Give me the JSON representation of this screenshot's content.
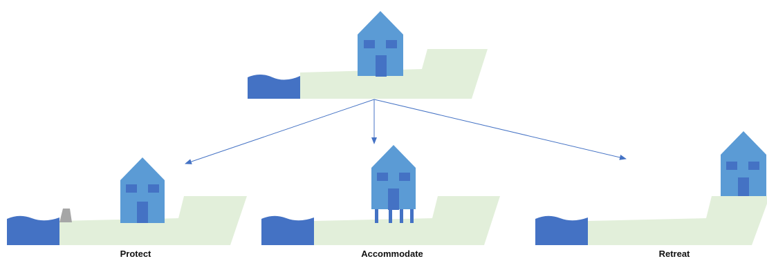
{
  "colors": {
    "water": "#4472c4",
    "land": "#e2efda",
    "house": "#5b9bd5",
    "window": "#4472c4",
    "arrow": "#4472c4",
    "seawall": "#a6a6a6"
  },
  "options": [
    {
      "key": "protect",
      "label": "Protect"
    },
    {
      "key": "accommodate",
      "label": "Accommodate"
    },
    {
      "key": "retreat",
      "label": "Retreat"
    }
  ]
}
